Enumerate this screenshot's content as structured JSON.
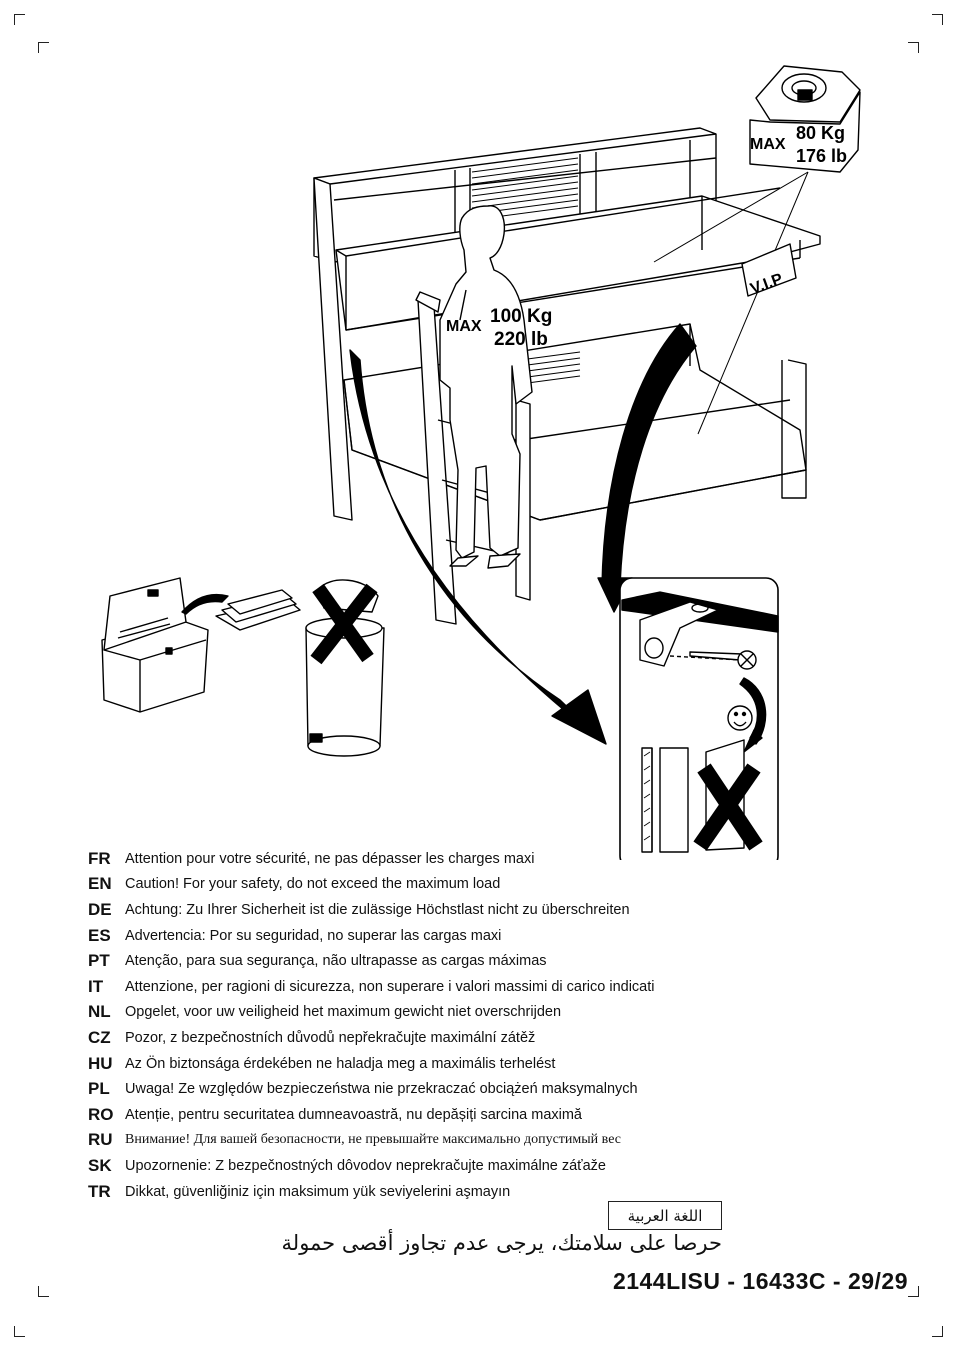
{
  "illustration": {
    "shelf_load": {
      "max": "MAX",
      "kg": "80 Kg",
      "lb": "176 lb"
    },
    "person_load": {
      "max": "MAX",
      "kg": "100 Kg",
      "lb": "220 lb"
    },
    "badge": "V.I.P"
  },
  "warnings": [
    {
      "code": "FR",
      "text": "Attention pour votre sécurité, ne pas dépasser les charges maxi"
    },
    {
      "code": "EN",
      "text": "Caution! For your safety, do not exceed the maximum load"
    },
    {
      "code": "DE",
      "text": "Achtung: Zu Ihrer Sicherheit ist die zulässige Höchstlast nicht zu überschreiten"
    },
    {
      "code": "ES",
      "text": "Advertencia: Por su seguridad, no superar las cargas maxi"
    },
    {
      "code": "PT",
      "text": "Atenção, para sua segurança, não ultrapasse as cargas máximas"
    },
    {
      "code": "IT",
      "text": "Attenzione, per ragioni di sicurezza, non superare i valori massimi di carico indicati"
    },
    {
      "code": "NL",
      "text": "Opgelet, voor uw veiligheid het maximum gewicht niet overschrijden"
    },
    {
      "code": "CZ",
      "text": "Pozor, z bezpečnostních důvodů nepřekračujte maximální zátěž"
    },
    {
      "code": "HU",
      "text": "Az Ön biztonsága érdekében ne haladja meg a maximális terhelést"
    },
    {
      "code": "PL",
      "text": "Uwaga! Ze względów bezpieczeństwa nie przekraczać obciążeń maksymalnych"
    },
    {
      "code": "RO",
      "text": "Atenție, pentru securitatea dumneavoastră, nu depășiți sarcina maximă"
    },
    {
      "code": "RU",
      "text": "Внимание! Для вашей безопасности, не превышайте максимально допустимый вес"
    },
    {
      "code": "SK",
      "text": "Upozornenie: Z bezpečnostných dôvodov neprekračujte maximálne záťaže"
    },
    {
      "code": "TR",
      "text": "Dikkat, güvenliğiniz için maksimum yük seviyelerini aşmayın"
    }
  ],
  "arabic": {
    "label": "اللغة العربية",
    "text": "حرصا على سلامتك، يرجى عدم تجاوز أقصى حمولة"
  },
  "reference": "2144LISU  -  16433C  -  29/29"
}
